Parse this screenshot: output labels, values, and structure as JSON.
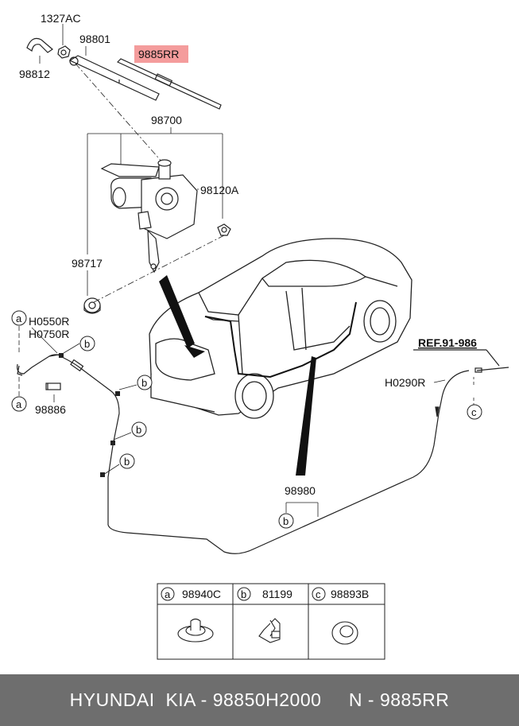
{
  "labels": {
    "bolt_cap": "1327AC",
    "wiper_arm": "98801",
    "cap": "98812",
    "wiper_blade": "9885RR",
    "motor_assy": "98700",
    "grommet_bolt": "98120A",
    "grommet": "98717",
    "hose_a": "H0550R",
    "hose_b": "H0750R",
    "nozzle": "98886",
    "reference": "REF.91-986",
    "hose_c": "H0290R",
    "hose_assy": "98980"
  },
  "callouts": {
    "a": "a",
    "b": "b",
    "c": "c"
  },
  "legend": [
    {
      "key": "a",
      "part": "98940C"
    },
    {
      "key": "b",
      "part": "81199"
    },
    {
      "key": "c",
      "part": "98893B"
    }
  ],
  "footer": {
    "brand": "HYUNDAI  KIA - 98850H2000",
    "number": "N - 9885RR"
  },
  "colors": {
    "highlight": "#f28b8b",
    "footer_bg": "#6e6e6e"
  }
}
